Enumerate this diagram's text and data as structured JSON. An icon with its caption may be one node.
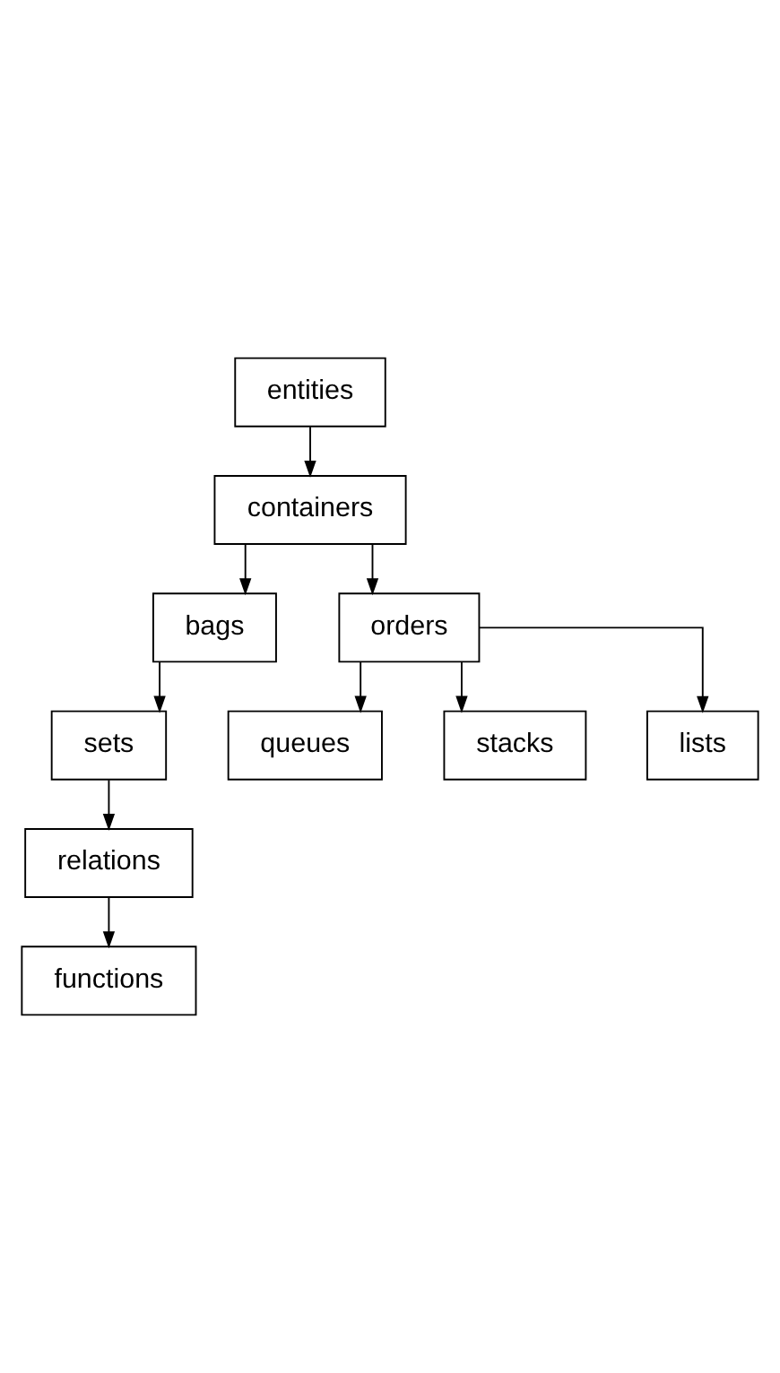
{
  "diagram": {
    "nodes": [
      {
        "text": [
          "entities"
        ]
      },
      {
        "text": [
          "containers"
        ]
      },
      {
        "text": [
          "bags"
        ]
      },
      {
        "text": [
          "orders"
        ]
      },
      {
        "text": [
          "sets"
        ]
      },
      {
        "text": [
          "relations"
        ]
      },
      {
        "text": [
          "functions"
        ]
      },
      {
        "text": [
          "queues"
        ]
      },
      {
        "text": [
          "stacks"
        ]
      },
      {
        "text": [
          "lists"
        ]
      }
    ],
    "edges": [
      {
        "from": 0,
        "to": 1,
        "arrow": "to"
      },
      {
        "from": 1,
        "to": 2,
        "arrow": "to"
      },
      {
        "from": 1,
        "to": 3,
        "arrow": "to"
      },
      {
        "from": 2,
        "to": 4,
        "arrow": "to"
      },
      {
        "from": 4,
        "to": 5,
        "arrow": "to"
      },
      {
        "from": 5,
        "to": 6,
        "arrow": "to"
      },
      {
        "from": 3,
        "to": 7,
        "arrow": "to"
      },
      {
        "from": 3,
        "to": 8,
        "arrow": "to"
      },
      {
        "from": 3,
        "to": 9,
        "arrow": "to"
      }
    ]
  }
}
